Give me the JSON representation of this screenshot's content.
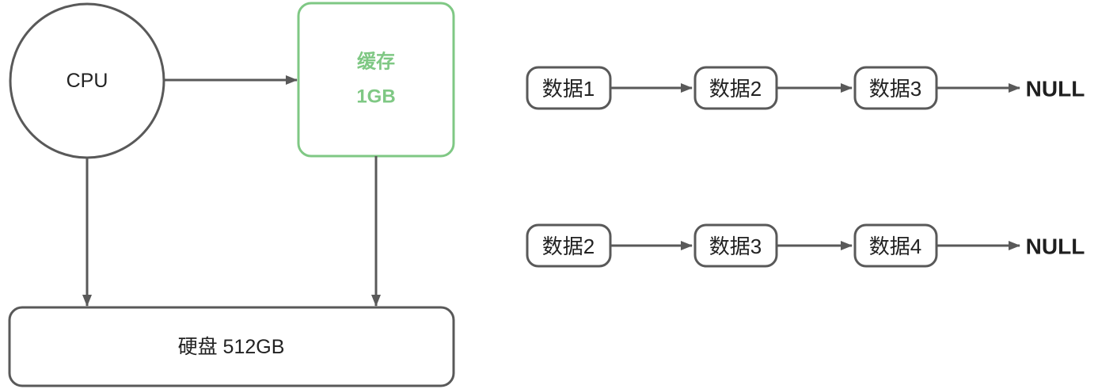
{
  "colors": {
    "stroke_gray": "#595959",
    "accent_green": "#7fc884",
    "text_dark": "#222222",
    "background": "#ffffff"
  },
  "memory_hierarchy": {
    "cpu": "CPU",
    "cache_line1": "缓存",
    "cache_line2": "1GB",
    "disk": "硬盘 512GB"
  },
  "linked_lists": [
    {
      "nodes": [
        "数据1",
        "数据2",
        "数据3"
      ],
      "terminator": "NULL"
    },
    {
      "nodes": [
        "数据2",
        "数据3",
        "数据4"
      ],
      "terminator": "NULL"
    }
  ]
}
